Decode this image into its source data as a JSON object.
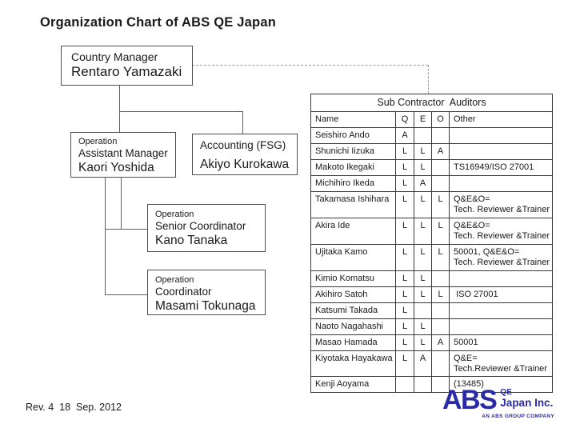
{
  "slide": {
    "title": "Organization Chart of ABS QE Japan",
    "footer": "Rev. 4  18  Sep. 2012"
  },
  "org": {
    "country_manager": {
      "role": "Country Manager",
      "name": "Rentaro Yamazaki"
    },
    "assistant_manager": {
      "dept": "Operation",
      "role": "Assistant Manager",
      "name": "Kaori Yoshida"
    },
    "accounting": {
      "role": "Accounting (FSG)",
      "name": "Akiyo Kurokawa"
    },
    "senior_coordinator": {
      "dept": "Operation",
      "role": "Senior Coordinator",
      "name": "Kano Tanaka"
    },
    "coordinator": {
      "dept": "Operation",
      "role": "Coordinator",
      "name": "Masami Tokunaga"
    }
  },
  "table": {
    "title": "Sub Contractor  Auditors",
    "columns": [
      "Name",
      "Q",
      "E",
      "O",
      "Other"
    ],
    "rows": [
      {
        "name": "Seishiro Ando",
        "q": "A",
        "e": "",
        "o": "",
        "other": ""
      },
      {
        "name": "Shunichi Iizuka",
        "q": "L",
        "e": "L",
        "o": "A",
        "other": ""
      },
      {
        "name": "Makoto Ikegaki",
        "q": "L",
        "e": "L",
        "o": "",
        "other": "TS16949/ISO 27001"
      },
      {
        "name": "Michihiro Ikeda",
        "q": "L",
        "e": "A",
        "o": "",
        "other": ""
      },
      {
        "name": "Takamasa Ishihara",
        "q": "L",
        "e": "L",
        "o": "L",
        "other": "Q&E&O=\nTech. Reviewer &Trainer"
      },
      {
        "name": "Akira Ide",
        "q": "L",
        "e": "L",
        "o": "L",
        "other": "Q&E&O=\nTech. Reviewer &Trainer"
      },
      {
        "name": "Ujitaka Kamo",
        "q": "L",
        "e": "L",
        "o": "L",
        "other": "50001, Q&E&O=\nTech. Reviewer &Trainer"
      },
      {
        "name": "Kimio Komatsu",
        "q": "L",
        "e": "L",
        "o": "",
        "other": ""
      },
      {
        "name": "Akihiro Satoh",
        "q": "L",
        "e": "L",
        "o": "L",
        "other": " ISO 27001"
      },
      {
        "name": "Katsumi Takada",
        "q": "L",
        "e": "",
        "o": "",
        "other": ""
      },
      {
        "name": "Naoto Nagahashi",
        "q": "L",
        "e": "L",
        "o": "",
        "other": ""
      },
      {
        "name": "Masao Hamada",
        "q": "L",
        "e": "L",
        "o": "A",
        "other": "50001"
      },
      {
        "name": "Kiyotaka Hayakawa",
        "q": "L",
        "e": "A",
        "o": "",
        "other": "Q&E=\nTech.Reviewer &Trainer"
      },
      {
        "name": "Kenji Aoyama",
        "q": "",
        "e": "",
        "o": "",
        "other": "(13485)"
      }
    ]
  },
  "logo": {
    "abs": "ABS",
    "qe": "QE",
    "company": "Japan Inc.",
    "tagline": "AN ABS GROUP COMPANY",
    "color": "#2a2aa5"
  }
}
